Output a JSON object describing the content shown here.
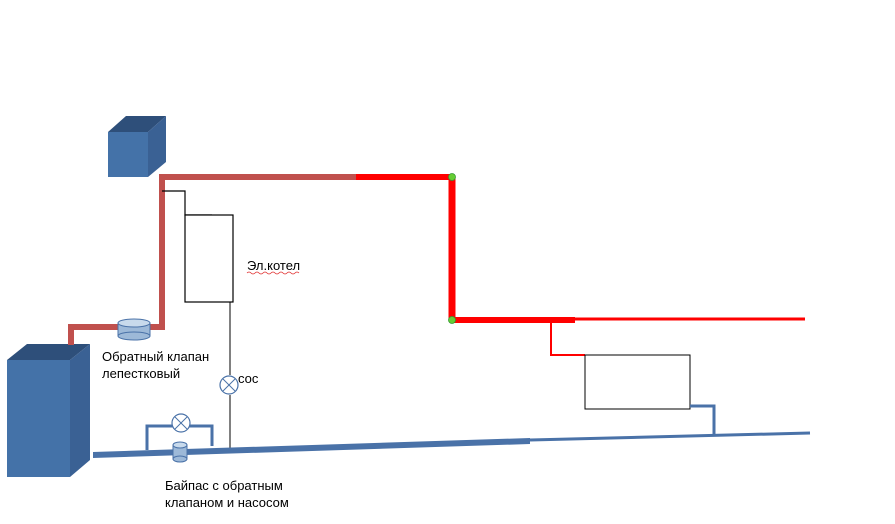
{
  "labels": {
    "electric_boiler": "Эл.котел",
    "pump": "сос",
    "check_valve_line1": "Обратный клапан",
    "check_valve_line2": "лепестковый",
    "bypass_line1": "Байпас  с обратным",
    "bypass_line2": "клапаном  и насосом"
  },
  "colors": {
    "boiler_blue_front": "#4472A8",
    "boiler_blue_top": "#2E4F7A",
    "boiler_blue_side": "#3A6194",
    "supply_dark_red": "#C0504D",
    "supply_bright_red": "#FF0000",
    "return_blue": "#4A72A8",
    "valve_fill": "#9DB9D8",
    "joint_green": "#66CC33",
    "line_black": "#000000"
  },
  "icons": {
    "expansion_tank": "cube-icon",
    "solid_fuel_boiler": "box-icon",
    "pump": "pump-circle-x-icon",
    "bypass_valve": "valve-circle-x-icon",
    "check_valve": "cylinder-valve-icon"
  }
}
